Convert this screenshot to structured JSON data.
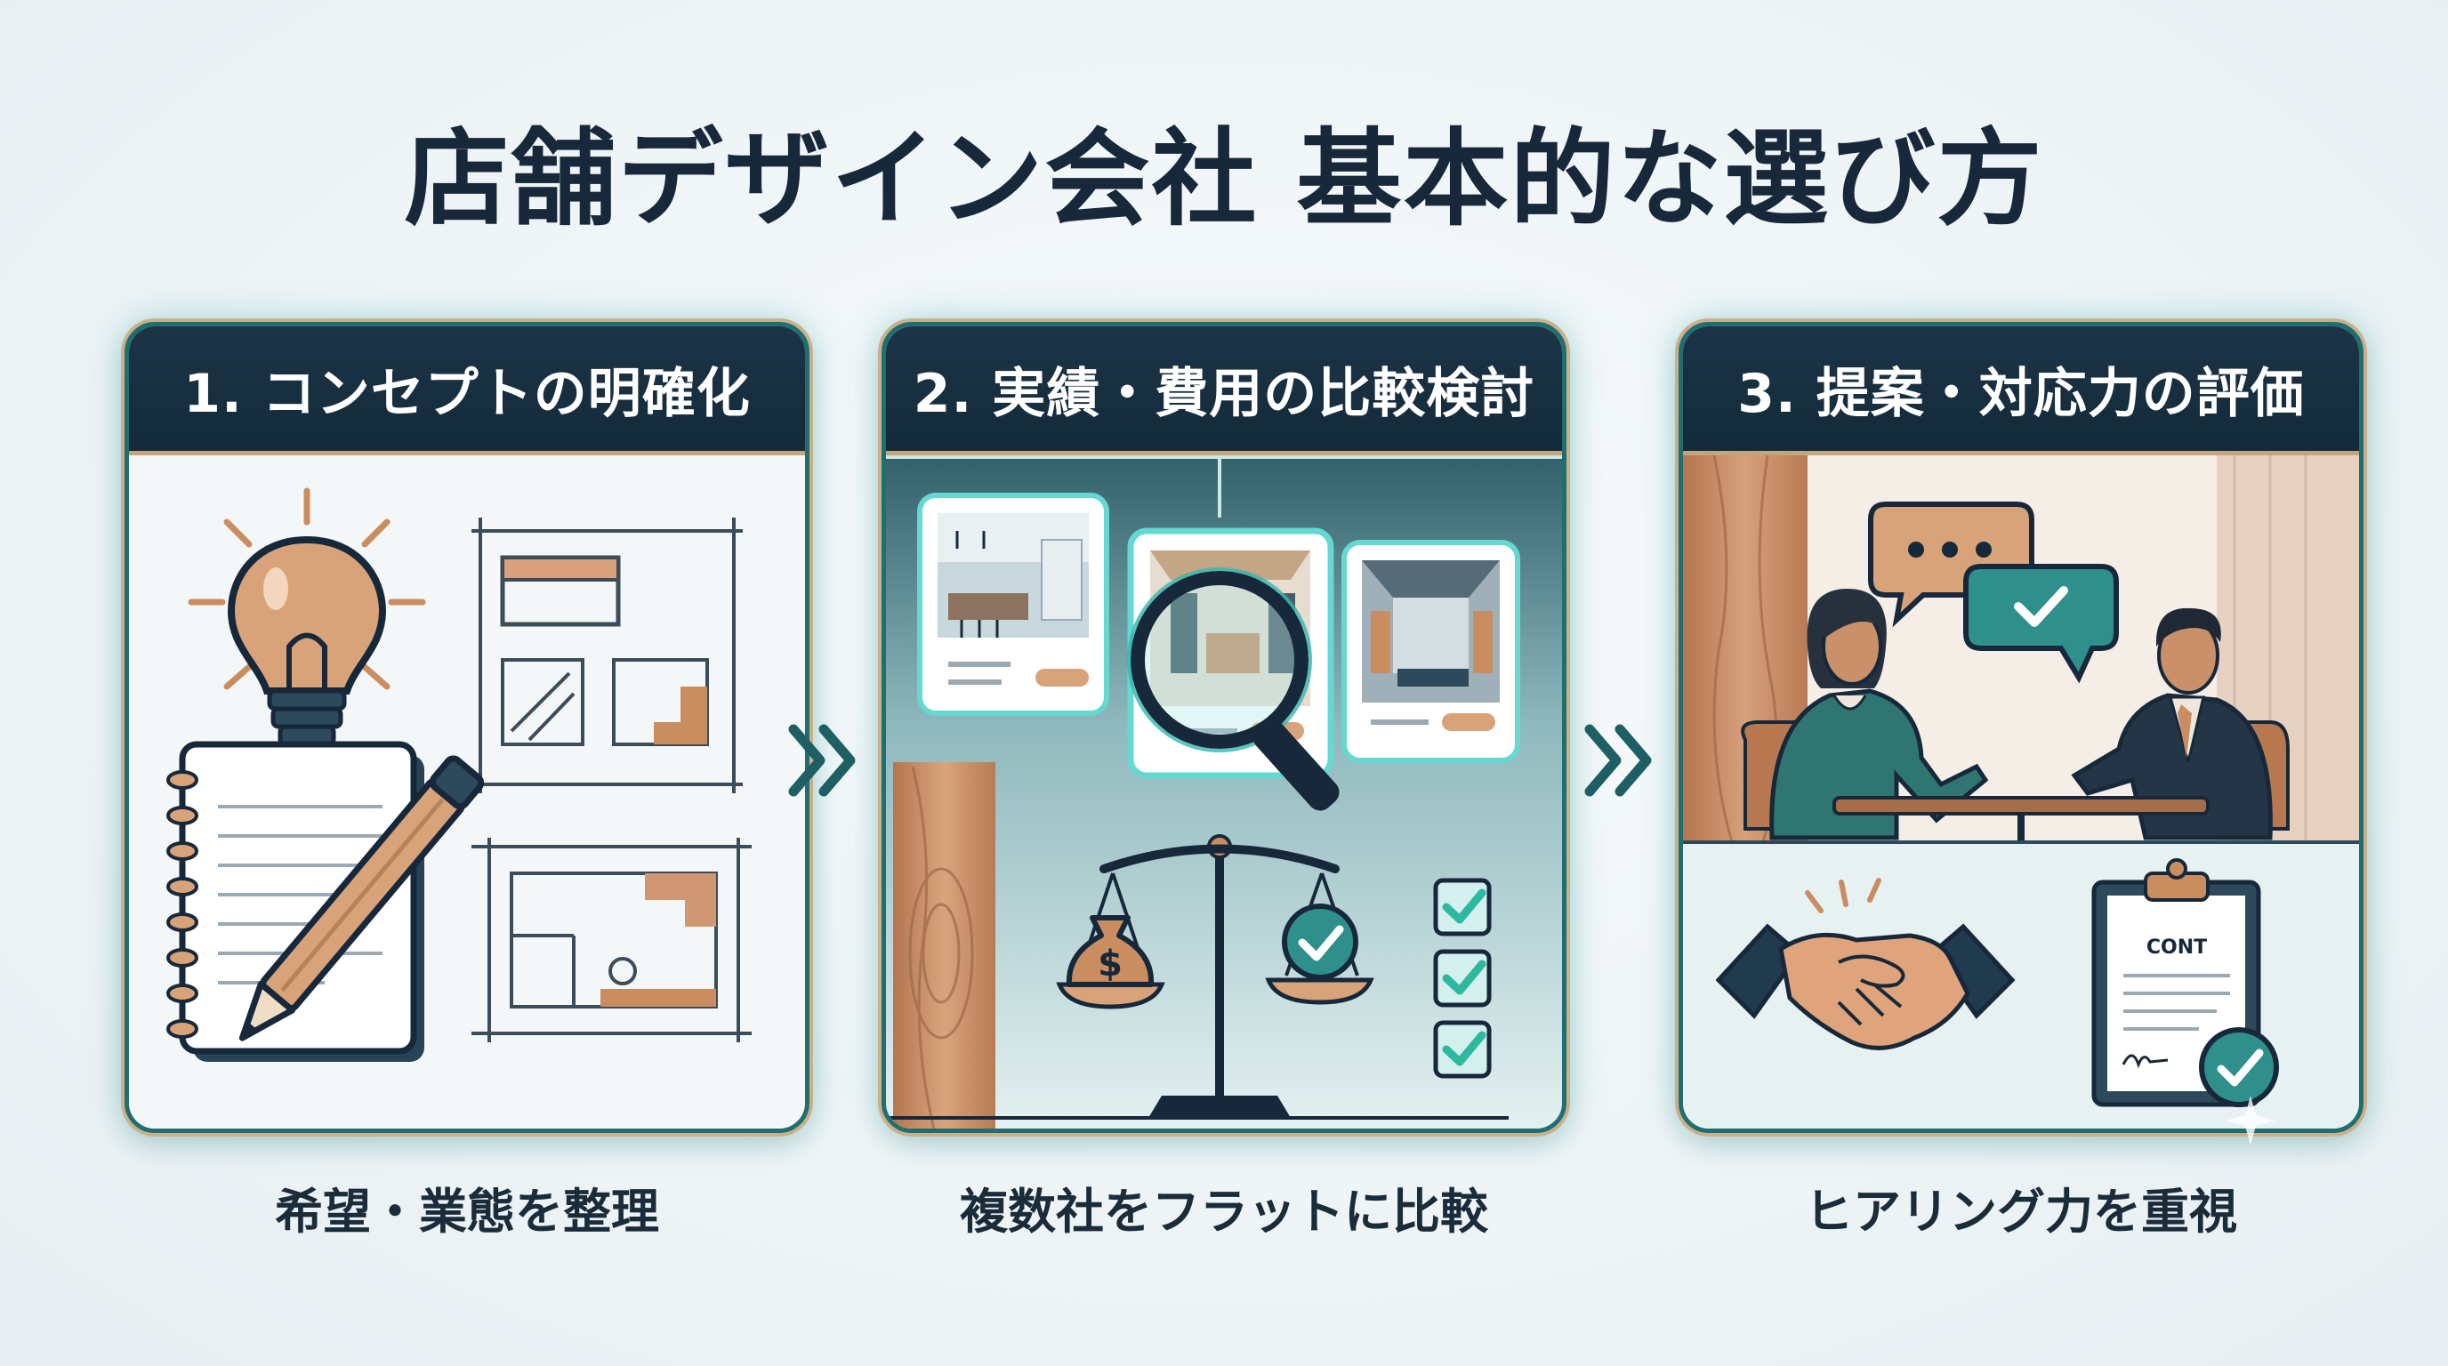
{
  "title": "店舗デザイン会社 基本的な選び方",
  "steps": [
    {
      "heading": "1. コンセプトの明確化",
      "caption": "希望・業態を整理"
    },
    {
      "heading": "2. 実績・費用の比較検討",
      "caption": "複数社をフラットに比較"
    },
    {
      "heading": "3. 提案・対応力の評価",
      "caption": "ヒアリング力を重視"
    }
  ],
  "contract_label": "CONT",
  "colors": {
    "navy": "#16283a",
    "teal": "#1e6f72",
    "gold": "#c4a57c",
    "accent_teal": "#2f8f8a",
    "wood": "#c98d60"
  },
  "icons": [
    "lightbulb-icon",
    "notebook-icon",
    "pencil-icon",
    "floorplan-icon",
    "storefront-card-icon",
    "magnifier-icon",
    "scale-icon",
    "money-bag-icon",
    "checkbox-icon",
    "speech-bubble-icon",
    "handshake-icon",
    "clipboard-contract-icon",
    "chevron-double-right-icon"
  ]
}
